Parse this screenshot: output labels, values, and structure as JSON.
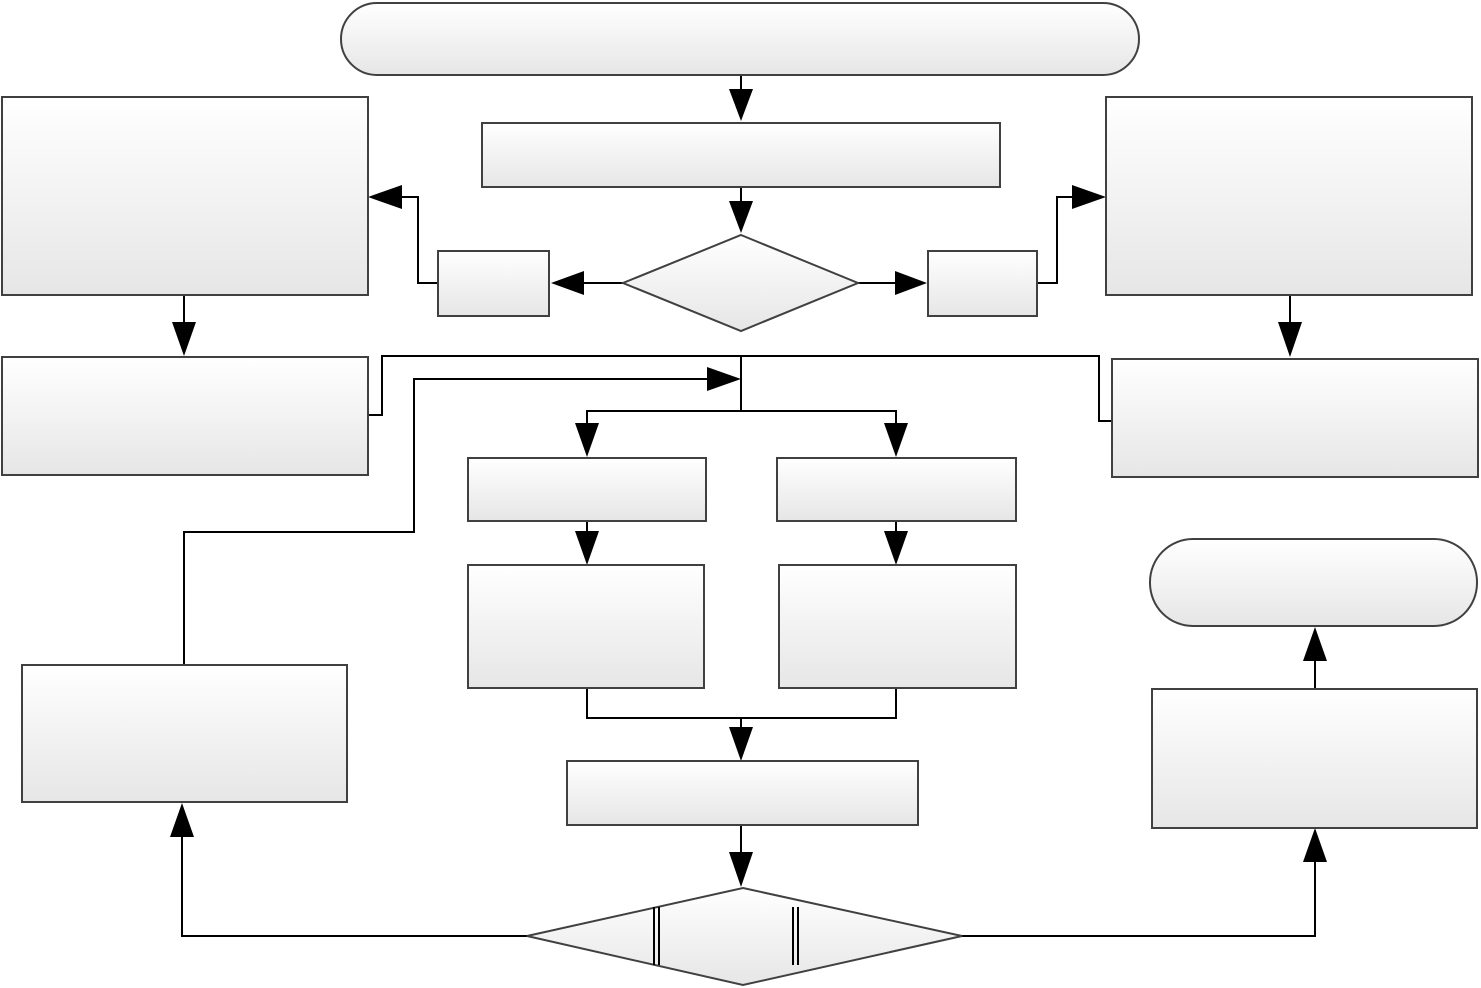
{
  "diagram": {
    "type": "flowchart",
    "colors": {
      "fill_top": "#ffffff",
      "fill_bottom": "#e6e6e6",
      "stroke": "#404040",
      "connector": "#000000"
    },
    "nodes": {
      "start_terminator": {
        "shape": "terminator",
        "text": ""
      },
      "top_process": {
        "shape": "process",
        "text": ""
      },
      "top_decision": {
        "shape": "decision",
        "text": ""
      },
      "left_small": {
        "shape": "process",
        "text": ""
      },
      "right_small": {
        "shape": "process",
        "text": ""
      },
      "left_large": {
        "shape": "process",
        "text": ""
      },
      "right_large": {
        "shape": "process",
        "text": ""
      },
      "left_mid": {
        "shape": "process",
        "text": ""
      },
      "right_mid": {
        "shape": "process",
        "text": ""
      },
      "center_left_top": {
        "shape": "process",
        "text": ""
      },
      "center_right_top": {
        "shape": "process",
        "text": ""
      },
      "center_left_bottom": {
        "shape": "process",
        "text": ""
      },
      "center_right_bottom": {
        "shape": "process",
        "text": ""
      },
      "merge_process": {
        "shape": "process",
        "text": ""
      },
      "bottom_decision": {
        "shape": "decision",
        "text": ""
      },
      "bottom_left_process": {
        "shape": "process",
        "text": ""
      },
      "bottom_right_process": {
        "shape": "process",
        "text": ""
      },
      "end_terminator": {
        "shape": "terminator",
        "text": ""
      }
    }
  }
}
